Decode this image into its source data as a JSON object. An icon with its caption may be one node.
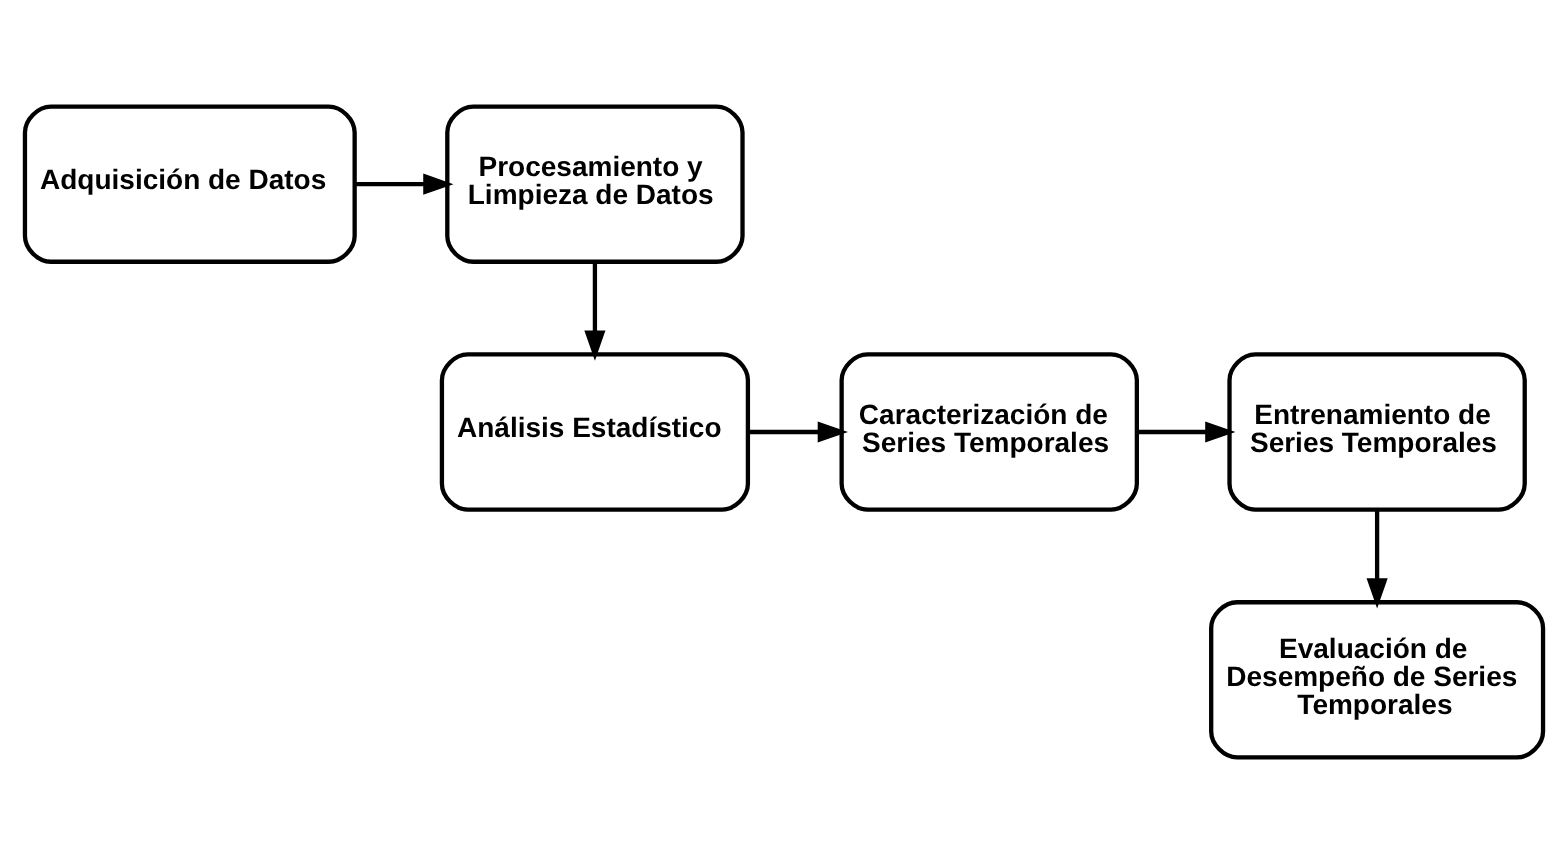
{
  "diagram": {
    "nodes": [
      {
        "text": [
          "Adquisición de Datos"
        ]
      },
      {
        "text": [
          "Procesamiento y Limpieza de Datos"
        ]
      },
      {
        "text": [
          "Análisis Estadístico"
        ]
      },
      {
        "text": [
          "Caracterización de Series Temporales"
        ]
      },
      {
        "text": [
          "Entrenamiento de Series Temporales"
        ]
      },
      {
        "text": [
          "Evaluación de Desempeño de Series Temporales"
        ]
      }
    ],
    "edges": [
      {
        "from": 0,
        "to": 1,
        "arrow": "to"
      },
      {
        "from": 1,
        "to": 2,
        "arrow": "to"
      },
      {
        "from": 2,
        "to": 3,
        "arrow": "to"
      },
      {
        "from": 3,
        "to": 4,
        "arrow": "to"
      },
      {
        "from": 4,
        "to": 5,
        "arrow": "to"
      }
    ]
  }
}
